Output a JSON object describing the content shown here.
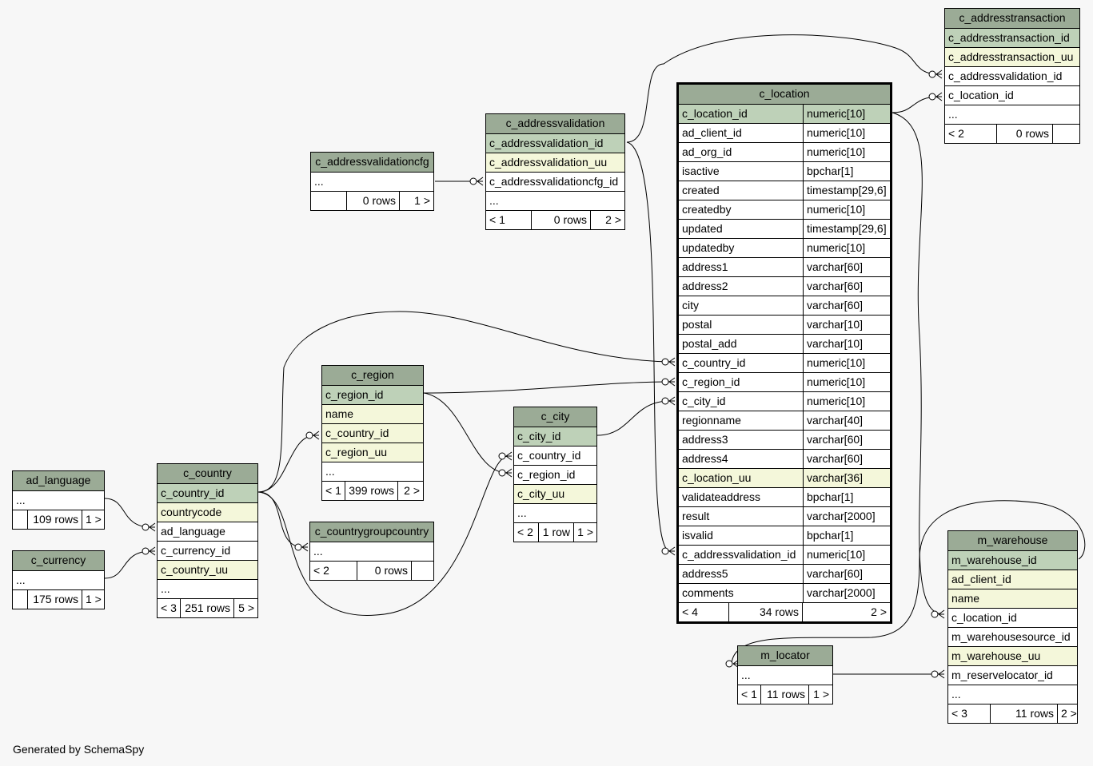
{
  "footer_text": "Generated by SchemaSpy",
  "colors": {
    "header": "#9bab96",
    "primary_key": "#bed1b8",
    "unique": "#f4f7da",
    "background": "#f7f7f7"
  },
  "tables": {
    "c_addresstransaction": {
      "title": "c_addresstransaction",
      "rows": [
        {
          "name": "c_addresstransaction_id",
          "kind": "pk"
        },
        {
          "name": "c_addresstransaction_uu",
          "kind": "uq"
        },
        {
          "name": "c_addressvalidation_id",
          "kind": "plain"
        },
        {
          "name": "c_location_id",
          "kind": "plain"
        },
        {
          "name": "...",
          "kind": "plain"
        }
      ],
      "footer": [
        "< 2",
        "0 rows",
        ""
      ]
    },
    "c_location": {
      "title": "c_location",
      "rows": [
        {
          "name": "c_location_id",
          "type": "numeric[10]",
          "kind": "pk"
        },
        {
          "name": "ad_client_id",
          "type": "numeric[10]",
          "kind": "plain"
        },
        {
          "name": "ad_org_id",
          "type": "numeric[10]",
          "kind": "plain"
        },
        {
          "name": "isactive",
          "type": "bpchar[1]",
          "kind": "plain"
        },
        {
          "name": "created",
          "type": "timestamp[29,6]",
          "kind": "plain"
        },
        {
          "name": "createdby",
          "type": "numeric[10]",
          "kind": "plain"
        },
        {
          "name": "updated",
          "type": "timestamp[29,6]",
          "kind": "plain"
        },
        {
          "name": "updatedby",
          "type": "numeric[10]",
          "kind": "plain"
        },
        {
          "name": "address1",
          "type": "varchar[60]",
          "kind": "plain"
        },
        {
          "name": "address2",
          "type": "varchar[60]",
          "kind": "plain"
        },
        {
          "name": "city",
          "type": "varchar[60]",
          "kind": "plain"
        },
        {
          "name": "postal",
          "type": "varchar[10]",
          "kind": "plain"
        },
        {
          "name": "postal_add",
          "type": "varchar[10]",
          "kind": "plain"
        },
        {
          "name": "c_country_id",
          "type": "numeric[10]",
          "kind": "plain"
        },
        {
          "name": "c_region_id",
          "type": "numeric[10]",
          "kind": "plain"
        },
        {
          "name": "c_city_id",
          "type": "numeric[10]",
          "kind": "plain"
        },
        {
          "name": "regionname",
          "type": "varchar[40]",
          "kind": "plain"
        },
        {
          "name": "address3",
          "type": "varchar[60]",
          "kind": "plain"
        },
        {
          "name": "address4",
          "type": "varchar[60]",
          "kind": "plain"
        },
        {
          "name": "c_location_uu",
          "type": "varchar[36]",
          "kind": "uq"
        },
        {
          "name": "validateaddress",
          "type": "bpchar[1]",
          "kind": "plain"
        },
        {
          "name": "result",
          "type": "varchar[2000]",
          "kind": "plain"
        },
        {
          "name": "isvalid",
          "type": "bpchar[1]",
          "kind": "plain"
        },
        {
          "name": "c_addressvalidation_id",
          "type": "numeric[10]",
          "kind": "plain"
        },
        {
          "name": "address5",
          "type": "varchar[60]",
          "kind": "plain"
        },
        {
          "name": "comments",
          "type": "varchar[2000]",
          "kind": "plain"
        }
      ],
      "footer": [
        "< 4",
        "34 rows",
        "2 >"
      ]
    },
    "c_addressvalidation": {
      "title": "c_addressvalidation",
      "rows": [
        {
          "name": "c_addressvalidation_id",
          "kind": "pk"
        },
        {
          "name": "c_addressvalidation_uu",
          "kind": "uq"
        },
        {
          "name": "c_addressvalidationcfg_id",
          "kind": "plain"
        },
        {
          "name": "...",
          "kind": "plain"
        }
      ],
      "footer": [
        "< 1",
        "0 rows",
        "2 >"
      ]
    },
    "c_addressvalidationcfg": {
      "title": "c_addressvalidationcfg",
      "rows": [
        {
          "name": "...",
          "kind": "plain"
        }
      ],
      "footer": [
        "",
        "0 rows",
        "1 >"
      ]
    },
    "c_region": {
      "title": "c_region",
      "rows": [
        {
          "name": "c_region_id",
          "kind": "pk"
        },
        {
          "name": "name",
          "kind": "uq"
        },
        {
          "name": "c_country_id",
          "kind": "uq"
        },
        {
          "name": "c_region_uu",
          "kind": "uq"
        },
        {
          "name": "...",
          "kind": "plain"
        }
      ],
      "footer": [
        "< 1",
        "399 rows",
        "2 >"
      ]
    },
    "c_city": {
      "title": "c_city",
      "rows": [
        {
          "name": "c_city_id",
          "kind": "pk"
        },
        {
          "name": "c_country_id",
          "kind": "plain"
        },
        {
          "name": "c_region_id",
          "kind": "plain"
        },
        {
          "name": "c_city_uu",
          "kind": "uq"
        },
        {
          "name": "...",
          "kind": "plain"
        }
      ],
      "footer": [
        "< 2",
        "1 row",
        "1 >"
      ]
    },
    "ad_language": {
      "title": "ad_language",
      "rows": [
        {
          "name": "...",
          "kind": "plain"
        }
      ],
      "footer": [
        "",
        "109 rows",
        "1 >"
      ]
    },
    "c_currency": {
      "title": "c_currency",
      "rows": [
        {
          "name": "...",
          "kind": "plain"
        }
      ],
      "footer": [
        "",
        "175 rows",
        "1 >"
      ]
    },
    "c_country": {
      "title": "c_country",
      "rows": [
        {
          "name": "c_country_id",
          "kind": "pk"
        },
        {
          "name": "countrycode",
          "kind": "uq"
        },
        {
          "name": "ad_language",
          "kind": "plain"
        },
        {
          "name": "c_currency_id",
          "kind": "plain"
        },
        {
          "name": "c_country_uu",
          "kind": "uq"
        },
        {
          "name": "...",
          "kind": "plain"
        }
      ],
      "footer": [
        "< 3",
        "251 rows",
        "5 >"
      ]
    },
    "c_countrygroupcountry": {
      "title": "c_countrygroupcountry",
      "rows": [
        {
          "name": "...",
          "kind": "plain"
        }
      ],
      "footer": [
        "< 2",
        "0 rows",
        ""
      ]
    },
    "m_warehouse": {
      "title": "m_warehouse",
      "rows": [
        {
          "name": "m_warehouse_id",
          "kind": "pk"
        },
        {
          "name": "ad_client_id",
          "kind": "uq"
        },
        {
          "name": "name",
          "kind": "uq"
        },
        {
          "name": "c_location_id",
          "kind": "plain"
        },
        {
          "name": "m_warehousesource_id",
          "kind": "plain"
        },
        {
          "name": "m_warehouse_uu",
          "kind": "uq"
        },
        {
          "name": "m_reservelocator_id",
          "kind": "plain"
        },
        {
          "name": "...",
          "kind": "plain"
        }
      ],
      "footer": [
        "< 3",
        "11 rows",
        "2 >"
      ]
    },
    "m_locator": {
      "title": "m_locator",
      "rows": [
        {
          "name": "...",
          "kind": "plain"
        }
      ],
      "footer": [
        "< 1",
        "11 rows",
        "1 >"
      ]
    }
  }
}
